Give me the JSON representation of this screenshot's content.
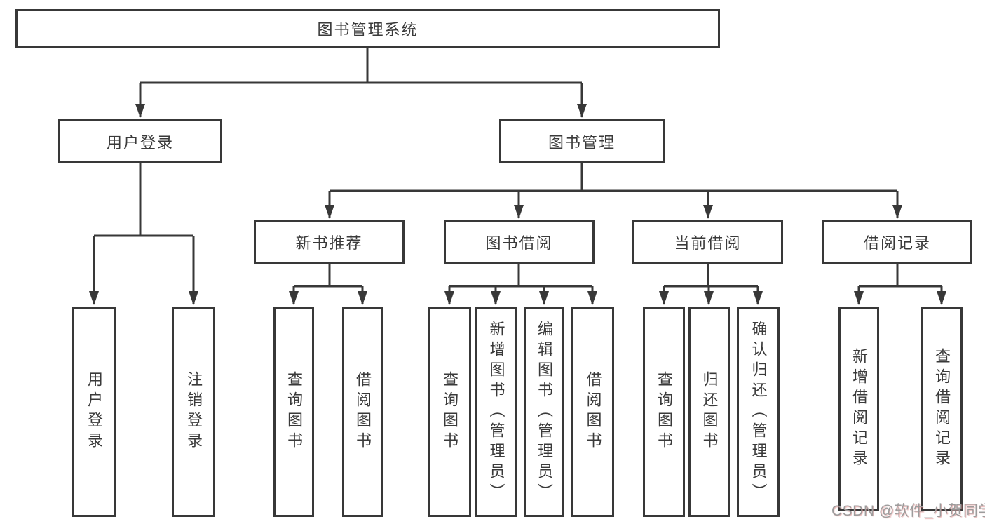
{
  "diagram": {
    "tree": {
      "label": "图书管理系统",
      "children": [
        {
          "label": "用户登录",
          "children": [
            {
              "label": "用户登录"
            },
            {
              "label": "注销登录"
            }
          ]
        },
        {
          "label": "图书管理",
          "children": [
            {
              "label": "新书推荐",
              "children": [
                {
                  "label": "查询图书"
                },
                {
                  "label": "借阅图书"
                }
              ]
            },
            {
              "label": "图书借阅",
              "children": [
                {
                  "label": "查询图书"
                },
                {
                  "label": "新增图书（管理员）"
                },
                {
                  "label": "编辑图书（管理员）"
                },
                {
                  "label": "借阅图书"
                }
              ]
            },
            {
              "label": "当前借阅",
              "children": [
                {
                  "label": "查询图书"
                },
                {
                  "label": "归还图书"
                },
                {
                  "label": "确认归还（管理员）"
                }
              ]
            },
            {
              "label": "借阅记录",
              "children": [
                {
                  "label": "新增借阅记录"
                },
                {
                  "label": "查询借阅记录"
                }
              ]
            }
          ]
        }
      ]
    }
  },
  "watermark": {
    "text": "CSDN @软件_小贺同学"
  },
  "colors": {
    "line": "#383838",
    "box_border": "#383838",
    "text": "#3a3a3a",
    "background": "#ffffff",
    "watermark": "#9c9c9c"
  }
}
